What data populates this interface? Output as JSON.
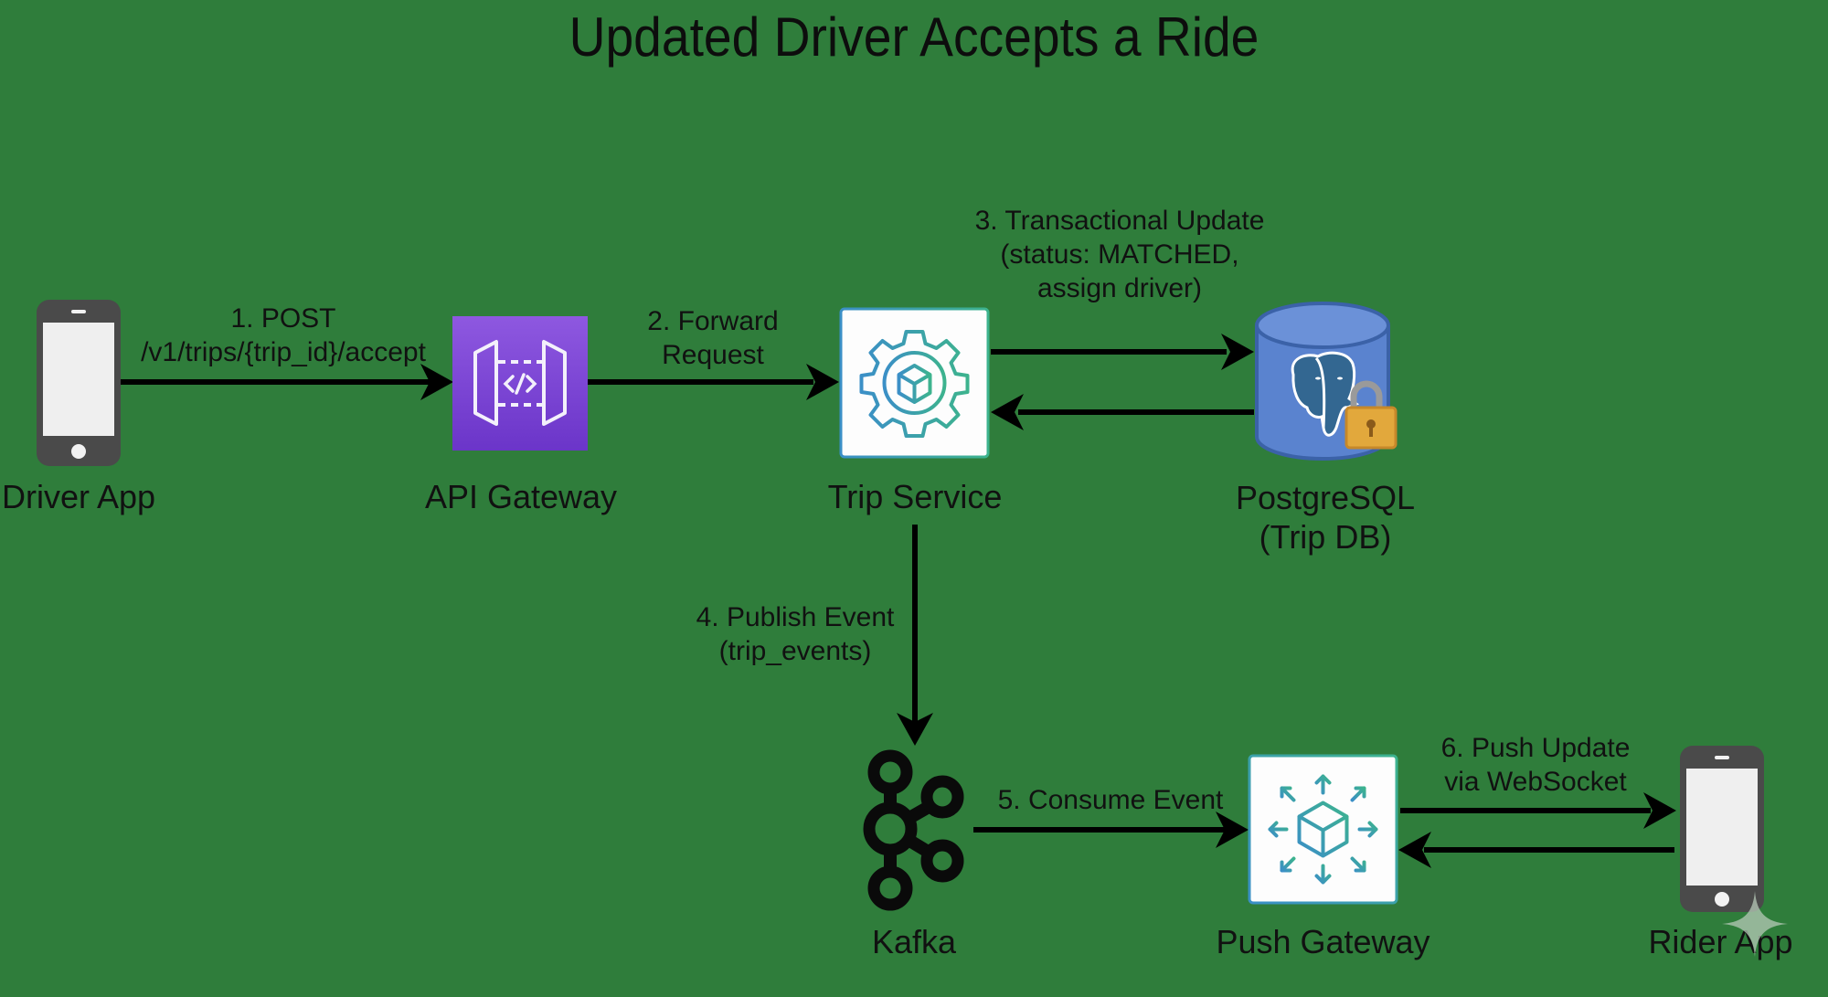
{
  "title": "Updated Driver Accepts a Ride",
  "colors": {
    "background": "#2f7d3b",
    "api_gateway": "#7b47d6",
    "service_icon_stroke": "#3a9fb0",
    "postgres_body": "#5a83cf",
    "lock": "#e2a83c",
    "phone_body": "#4a4a4a",
    "arrow": "#000000"
  },
  "nodes": {
    "driver_app": {
      "label": "Driver App",
      "icon": "smartphone-icon"
    },
    "api_gateway": {
      "label": "API Gateway",
      "icon": "api-gateway-icon"
    },
    "trip_service": {
      "label": "Trip Service",
      "icon": "gear-cube-icon"
    },
    "postgres": {
      "label_line1": "PostgreSQL",
      "label_line2": "(Trip DB)",
      "icon": "database-elephant-lock-icon"
    },
    "kafka": {
      "label": "Kafka",
      "icon": "kafka-icon"
    },
    "push_gateway": {
      "label": "Push Gateway",
      "icon": "cube-broadcast-icon"
    },
    "rider_app": {
      "label": "Rider App",
      "icon": "smartphone-icon"
    }
  },
  "edges": [
    {
      "id": "e1",
      "from": "driver_app",
      "to": "api_gateway",
      "line1": "1. POST",
      "line2": "/v1/trips/{trip_id}/accept"
    },
    {
      "id": "e2",
      "from": "api_gateway",
      "to": "trip_service",
      "line1": "2. Forward",
      "line2": "Request"
    },
    {
      "id": "e3",
      "from": "trip_service",
      "to": "postgres",
      "bidirectional": true,
      "line1": "3. Transactional Update",
      "line2": "(status: MATCHED,",
      "line3": "assign driver)"
    },
    {
      "id": "e4",
      "from": "trip_service",
      "to": "kafka",
      "line1": "4. Publish Event",
      "line2": "(trip_events)"
    },
    {
      "id": "e5",
      "from": "kafka",
      "to": "push_gateway",
      "line1": "5. Consume Event"
    },
    {
      "id": "e6",
      "from": "push_gateway",
      "to": "rider_app",
      "bidirectional": true,
      "line1": "6. Push Update",
      "line2": "via WebSocket"
    }
  ]
}
